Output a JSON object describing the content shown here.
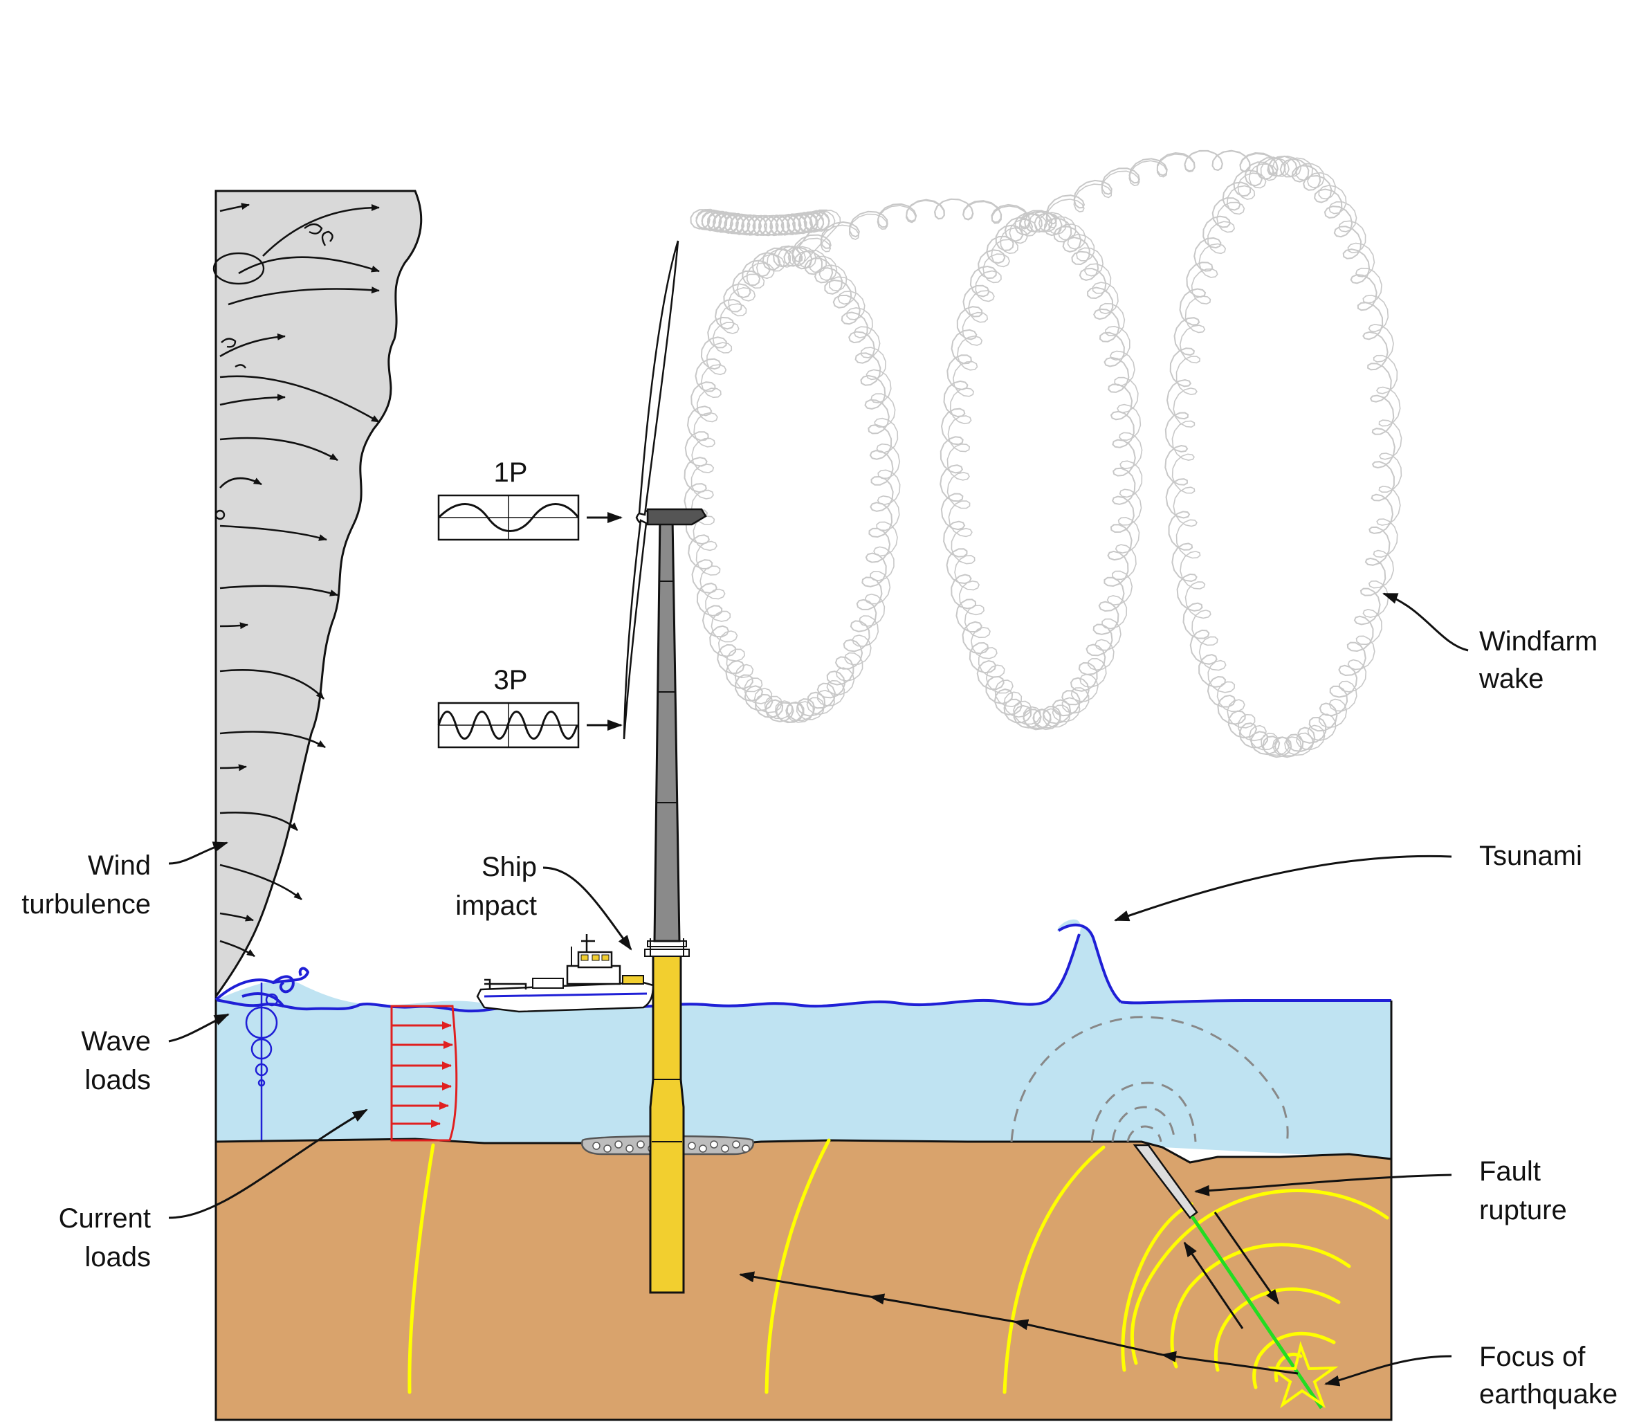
{
  "labels": {
    "one_p": "1P",
    "three_p": "3P",
    "windfarm_wake_line1": "Windfarm",
    "windfarm_wake_line2": "wake",
    "wind_turbulence_line1": "Wind",
    "wind_turbulence_line2": "turbulence",
    "ship_impact_line1": "Ship",
    "ship_impact_line2": "impact",
    "tsunami": "Tsunami",
    "wave_loads_line1": "Wave",
    "wave_loads_line2": "loads",
    "current_loads_line1": "Current",
    "current_loads_line2": "loads",
    "fault_rupture_line1": "Fault",
    "fault_rupture_line2": "rupture",
    "focus_line1": "Focus of",
    "focus_line2": "earthquake"
  },
  "colors": {
    "sky_turbulence": "#d9d9d9",
    "sea": "#bfe3f2",
    "sea_surface": "#1f1fd6",
    "seabed": "#d9a36c",
    "monopile": "#f2cf2f",
    "tower": "#8a8a8a",
    "seismic_wave": "#ffff00",
    "fault_line": "#22dd22",
    "current_profile": "#e02020",
    "wake": "#c8c8c8"
  }
}
